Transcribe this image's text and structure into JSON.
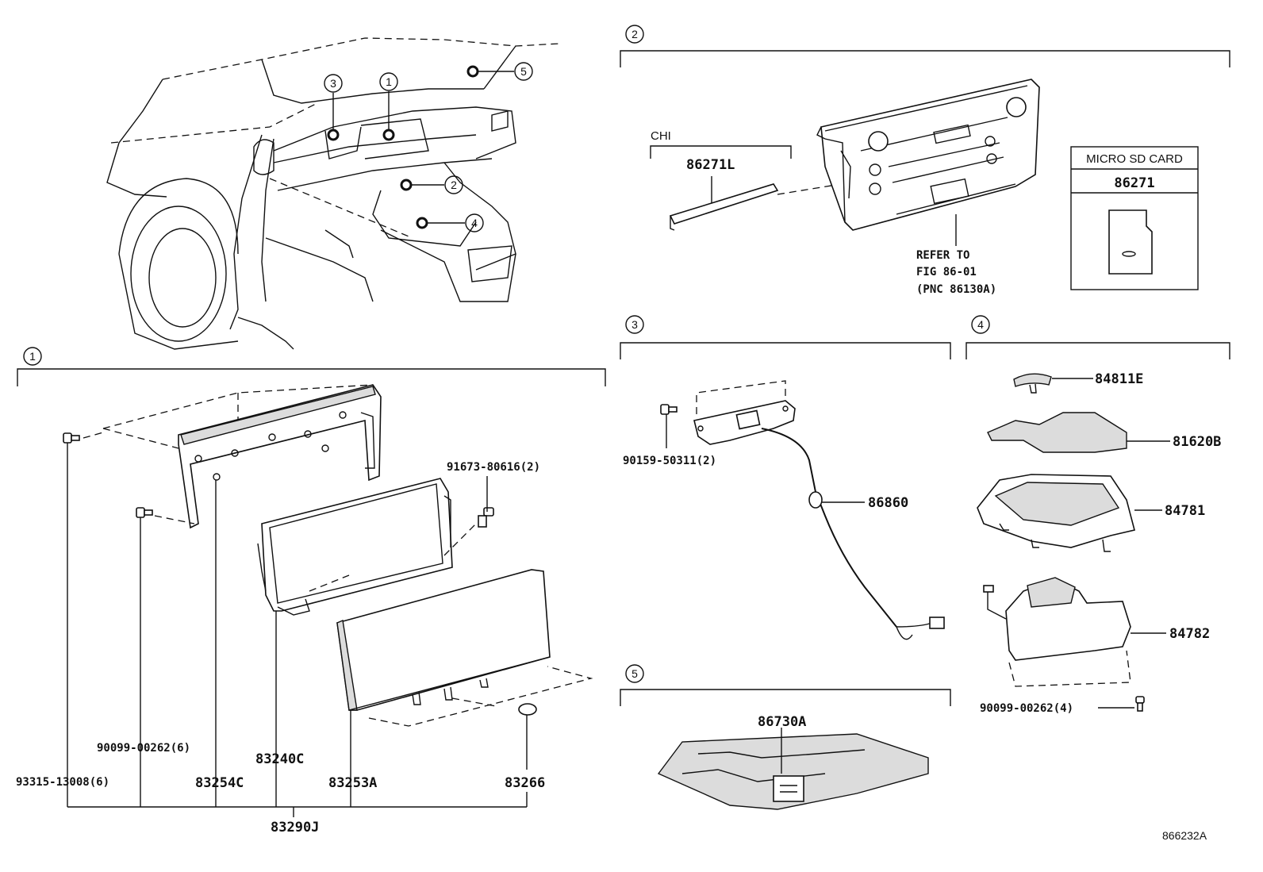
{
  "diagram_id": "866232A",
  "callouts": {
    "c1": "1",
    "c2": "2",
    "c3": "3",
    "c4": "4",
    "c5": "5"
  },
  "section1": {
    "marker": "1",
    "parts": {
      "p93315": "93315-13008(6)",
      "p90099": "90099-00262(6)",
      "p83254c": "83254C",
      "p91673": "91673-80616(2)",
      "p83240c": "83240C",
      "p83253a": "83253A",
      "p83266": "83266",
      "p83290j": "83290J"
    }
  },
  "section2": {
    "marker": "2",
    "chi_label": "CHI",
    "part_86271l": "86271L",
    "refer_line1": "REFER TO",
    "refer_line2": "FIG 86-01",
    "refer_line3": "(PNC 86130A)",
    "sd_box_title": "MICRO SD CARD",
    "sd_box_part": "86271"
  },
  "section3": {
    "marker": "3",
    "part_90159": "90159-50311(2)",
    "part_86860": "86860"
  },
  "section4": {
    "marker": "4",
    "part_84811e": "84811E",
    "part_81620b": "81620B",
    "part_84781": "84781",
    "part_84782": "84782",
    "part_90099": "90099-00262(4)"
  },
  "section5": {
    "marker": "5",
    "part_86730a": "86730A"
  }
}
